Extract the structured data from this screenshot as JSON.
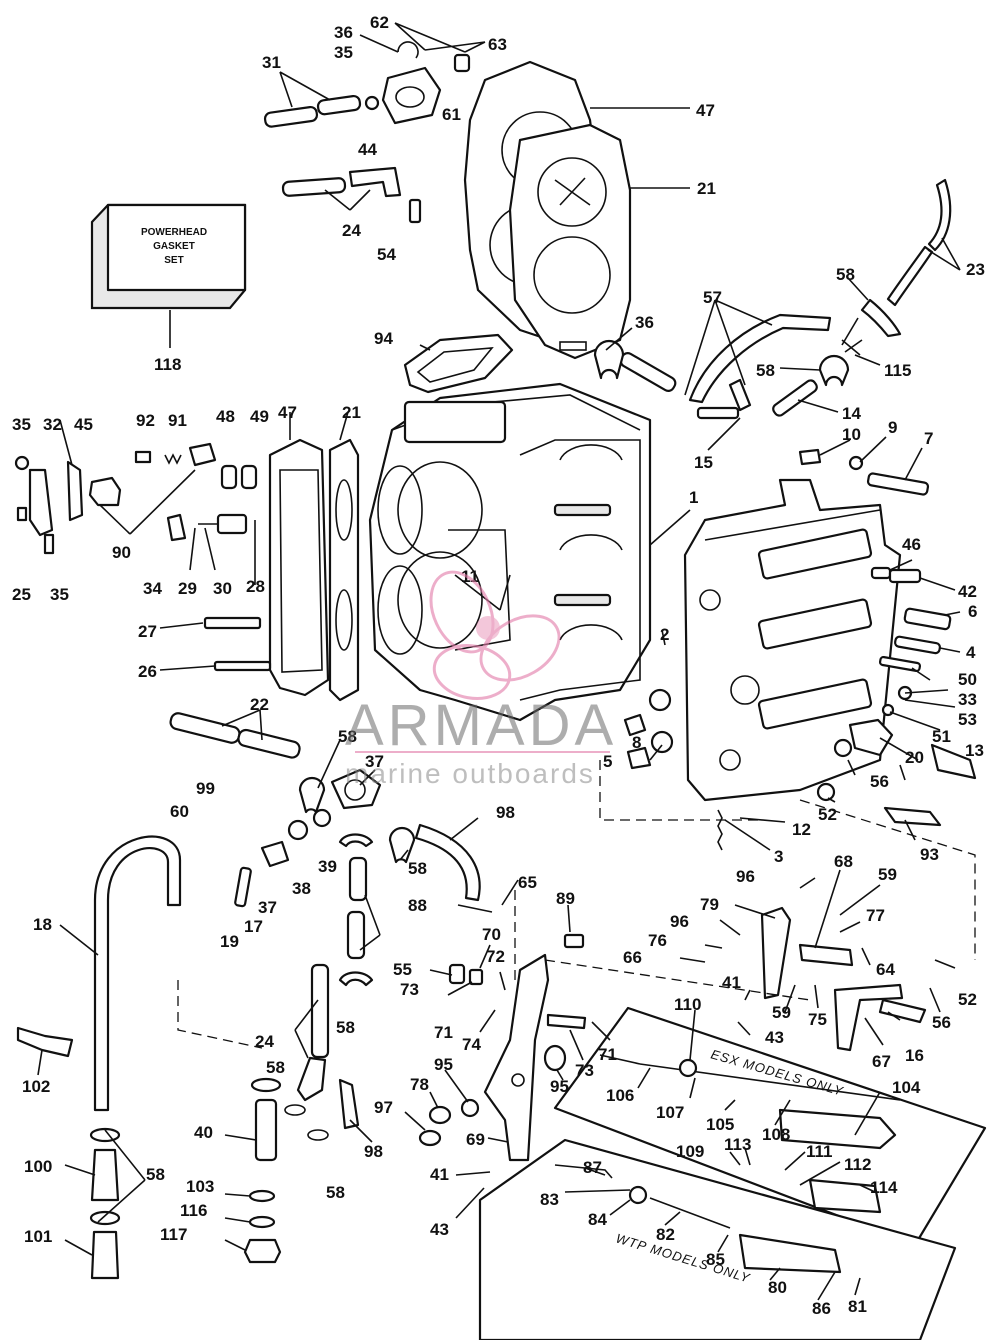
{
  "diagram": {
    "gasket_set_label_lines": [
      "POWERHEAD",
      "GASKET",
      "SET"
    ],
    "esx_box_label": "ESX MODELS ONLY",
    "wtp_box_label": "WTP MODELS ONLY",
    "part_numbers": [
      "1",
      "2",
      "3",
      "4",
      "5",
      "6",
      "7",
      "8",
      "9",
      "10",
      "11",
      "12",
      "13",
      "14",
      "15",
      "16",
      "17",
      "18",
      "19",
      "20",
      "21",
      "21",
      "22",
      "23",
      "24",
      "24",
      "25",
      "26",
      "27",
      "28",
      "29",
      "30",
      "31",
      "32",
      "33",
      "34",
      "35",
      "35",
      "35",
      "36",
      "36",
      "37",
      "37",
      "38",
      "39",
      "40",
      "41",
      "41",
      "42",
      "43",
      "43",
      "44",
      "45",
      "46",
      "47",
      "47",
      "48",
      "49",
      "50",
      "51",
      "52",
      "52",
      "53",
      "54",
      "55",
      "56",
      "56",
      "57",
      "58",
      "58",
      "58",
      "58",
      "58",
      "58",
      "58",
      "58",
      "59",
      "59",
      "60",
      "61",
      "62",
      "63",
      "64",
      "65",
      "66",
      "67",
      "68",
      "69",
      "70",
      "71",
      "71",
      "72",
      "73",
      "73",
      "74",
      "75",
      "76",
      "77",
      "78",
      "79",
      "80",
      "81",
      "82",
      "83",
      "84",
      "85",
      "86",
      "87",
      "88",
      "89",
      "90",
      "91",
      "92",
      "93",
      "94",
      "95",
      "95",
      "96",
      "96",
      "97",
      "98",
      "98",
      "99",
      "100",
      "101",
      "102",
      "103",
      "104",
      "105",
      "106",
      "107",
      "108",
      "109",
      "110",
      "111",
      "112",
      "113",
      "114",
      "115",
      "116",
      "117",
      "118"
    ]
  },
  "watermark": {
    "brand": "ARMADA",
    "tagline": "marine outboards",
    "accent_color": "#e27aa8"
  }
}
